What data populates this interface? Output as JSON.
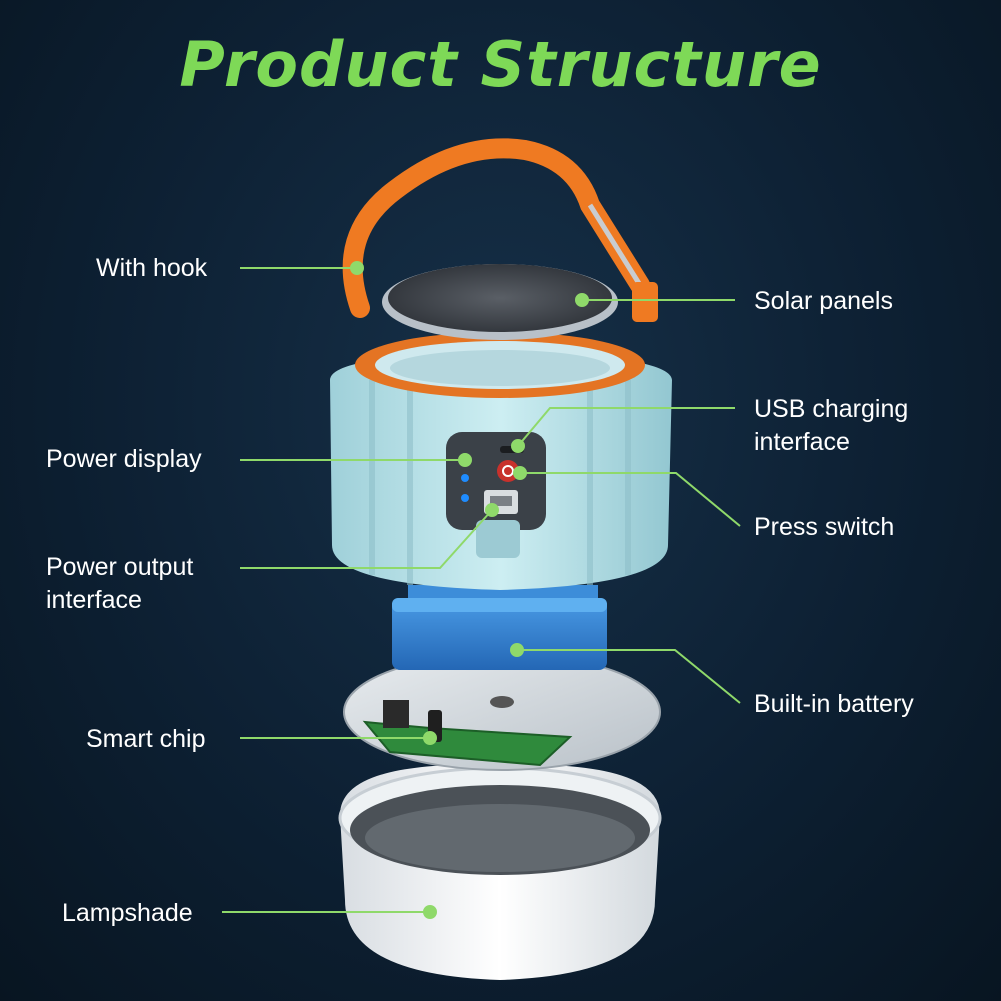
{
  "title": "Product Structure",
  "labels": {
    "with_hook": "With hook",
    "solar_panels": "Solar panels",
    "usb_charging": "USB charging\ninterface",
    "power_display": "Power display",
    "press_switch": "Press switch",
    "power_output": "Power output\ninterface",
    "built_in_battery": "Built-in battery",
    "smart_chip": "Smart chip",
    "lampshade": "Lampshade"
  },
  "colors": {
    "title": "#7ed957",
    "leader": "#8fd96a",
    "handle": "#f07a22",
    "body": "#b7dfe6",
    "battery": "#2f7fd0",
    "background": "#0d2033"
  }
}
